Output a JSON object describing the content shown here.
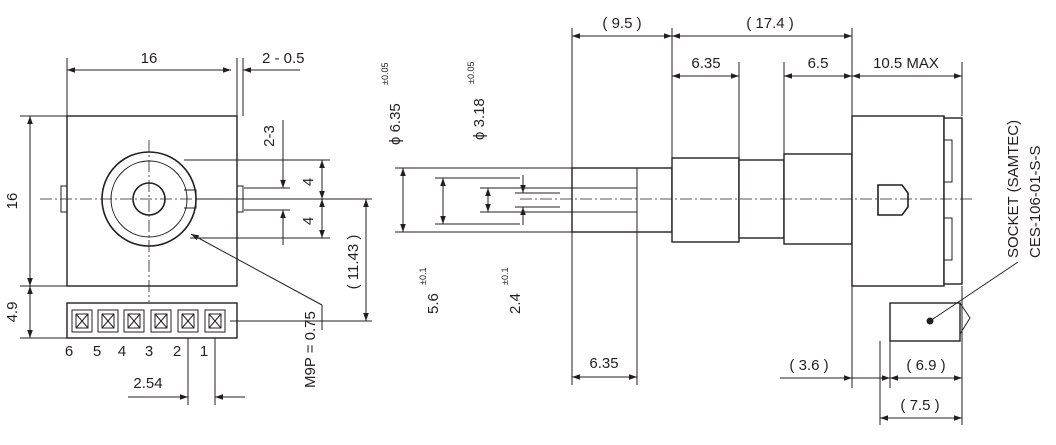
{
  "front_view": {
    "width": "16",
    "flat": "2 - 0.5",
    "height": "16",
    "shaft_offset": "2-3",
    "half_a": "4",
    "half_b": "4",
    "pin_offset": "( 11.43 )",
    "pin_row": "4.9",
    "pitch": "2.54",
    "connector": "M9P = 0.75",
    "pins": [
      "6",
      "5",
      "4",
      "3",
      "2",
      "1"
    ]
  },
  "side_view": {
    "shaft_len": "( 9.5 )",
    "body_len": "( 17.4 )",
    "knurl_len": "6.35",
    "bushing_len": "6.5",
    "depth_max": "10.5 MAX",
    "dia_shaft": "ϕ 6.35",
    "dia_shaft_tol": "±0.05",
    "dia_inner": "ϕ 3.18",
    "dia_inner_tol": "±0.05",
    "dim_56": "5.6",
    "dim_56_tol": "±0.1",
    "dim_24": "2.4",
    "dim_24_tol": "±0.1",
    "flat_len": "6.35",
    "gap_36": "( 3.6 )",
    "gap_69": "( 6.9 )",
    "gap_75": "( 7.5 )",
    "socket_1": "SOCKET (SAMTEC)",
    "socket_2": "CES-106-01-S-S"
  }
}
